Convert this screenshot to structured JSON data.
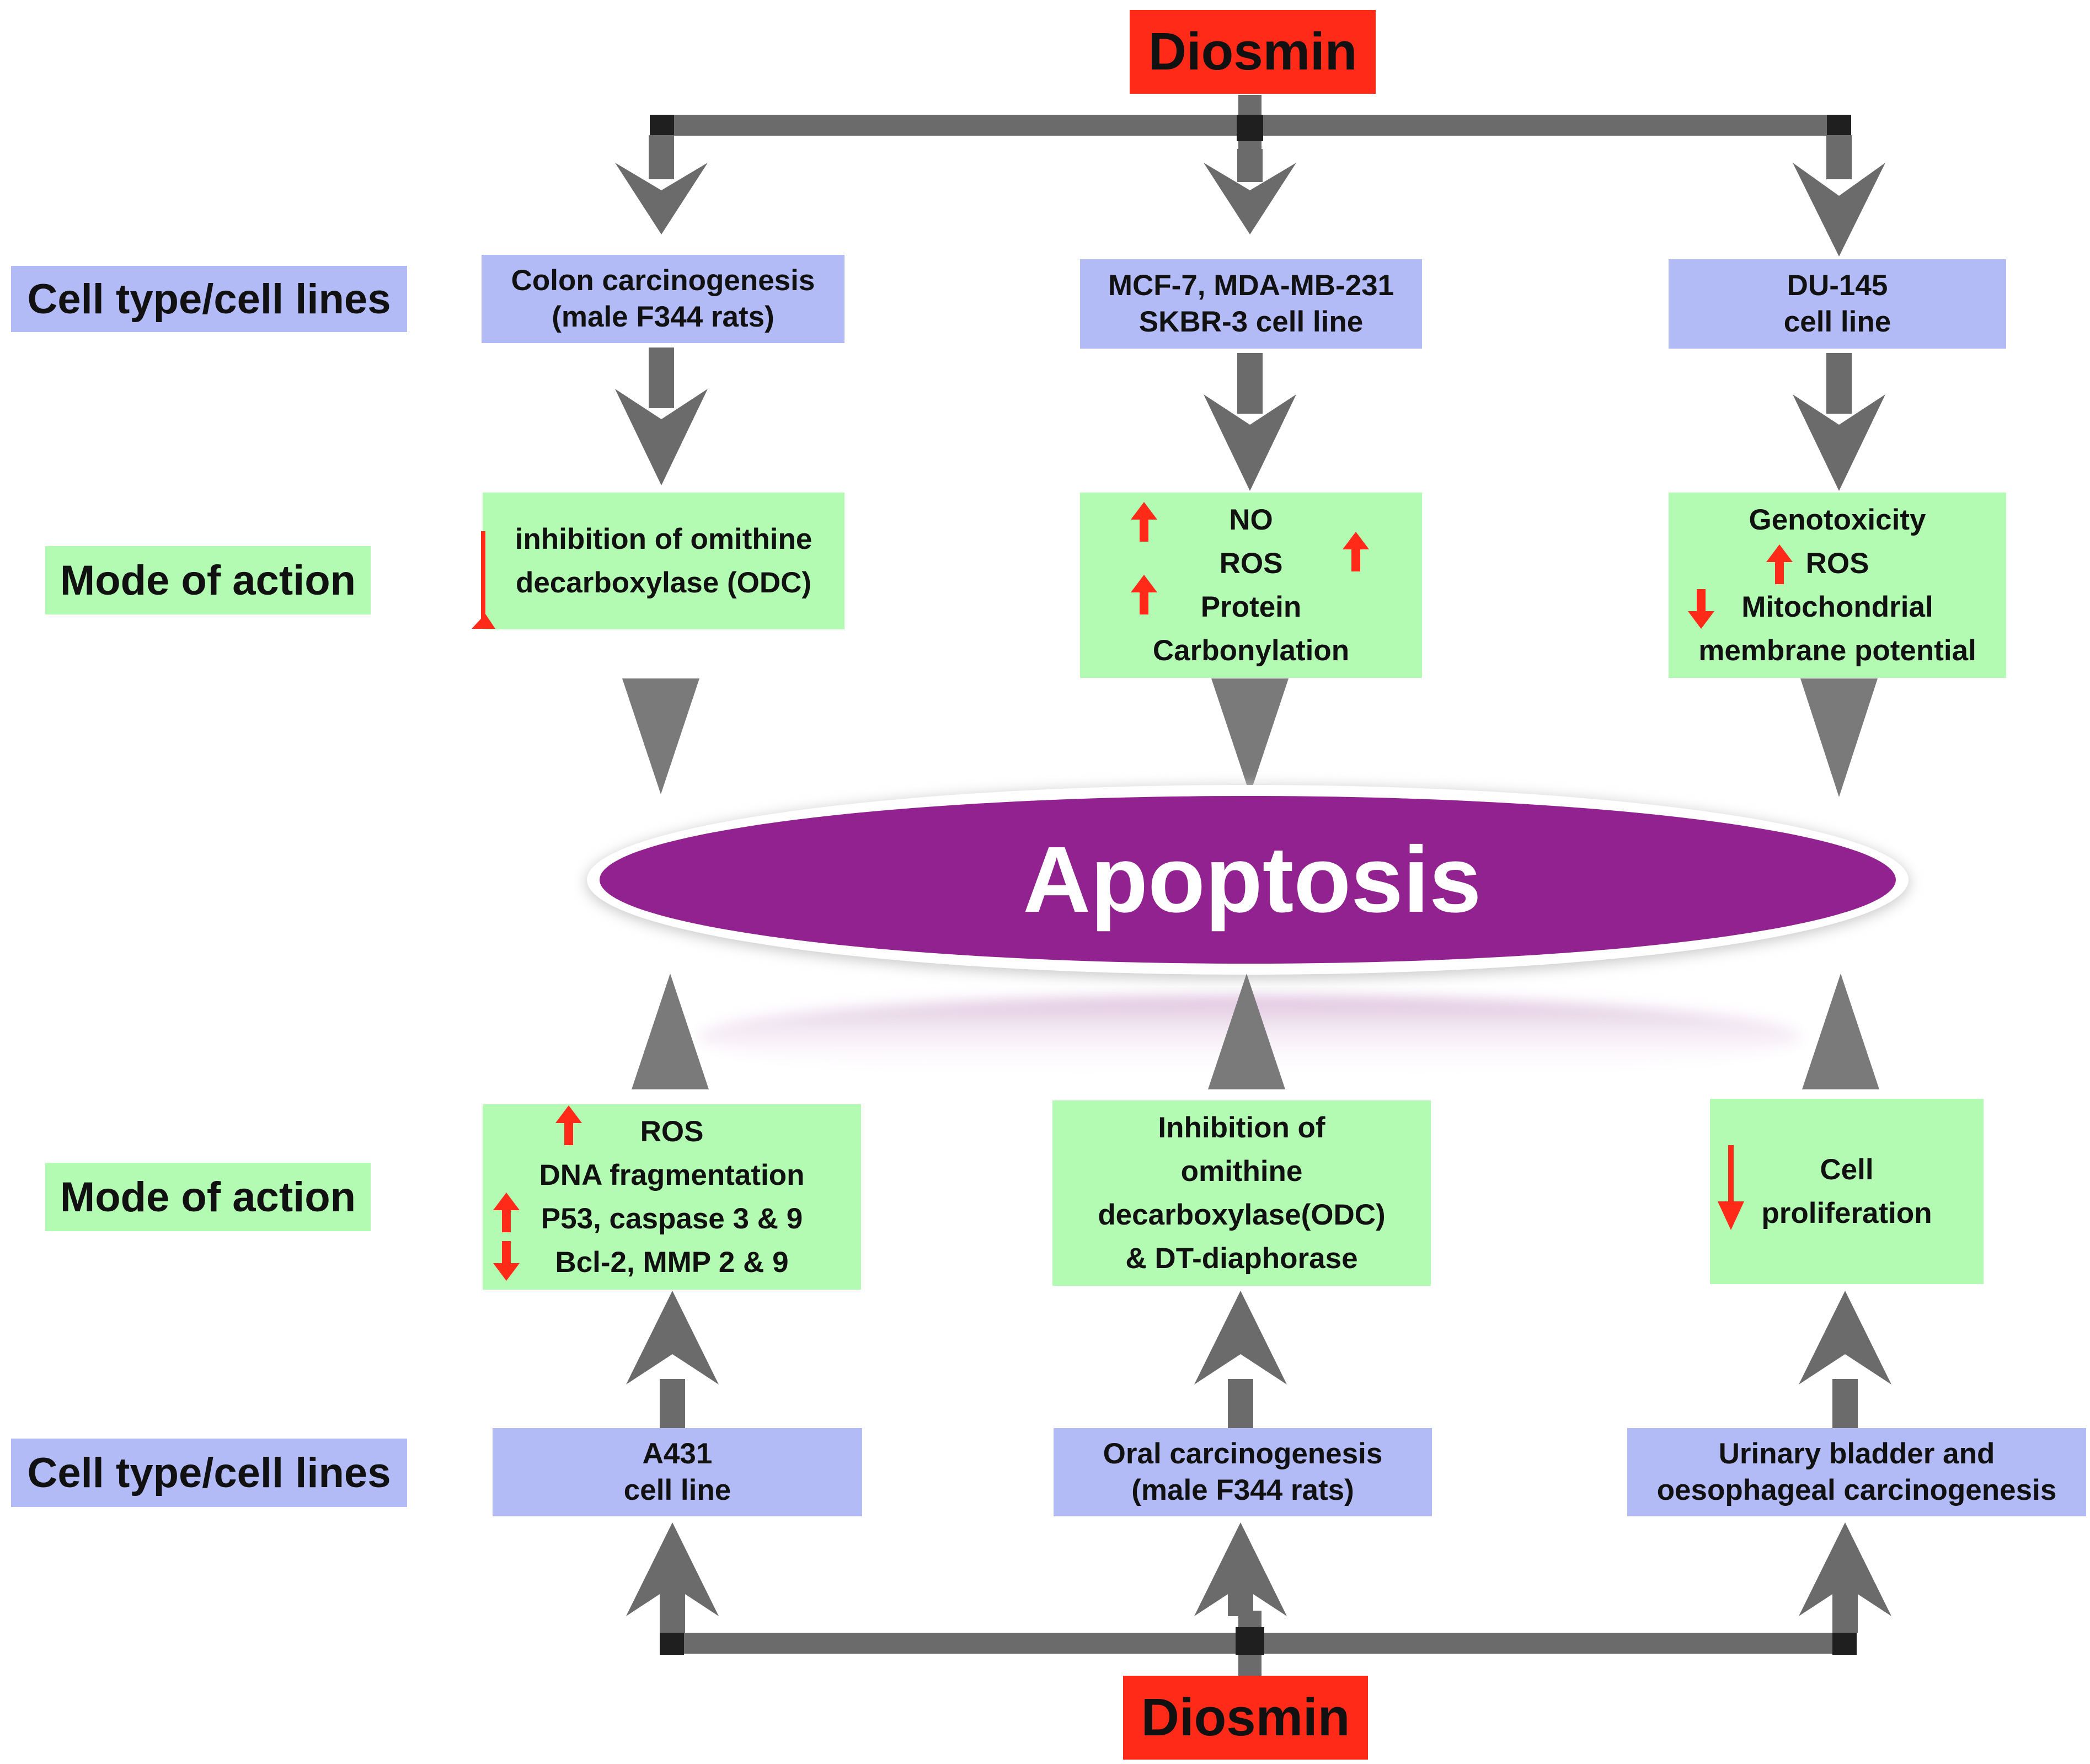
{
  "top_source": "Diosmin",
  "bottom_source": "Diosmin",
  "center_label": "Apoptosis",
  "row_labels": {
    "top_cell": "Cell type/cell lines",
    "top_mode": "Mode of action",
    "bottom_mode": "Mode of action",
    "bottom_cell": "Cell type/cell lines"
  },
  "top_cell": [
    [
      "Colon carcinogenesis",
      "(male F344 rats)"
    ],
    [
      "MCF-7, MDA-MB-231",
      "SKBR-3 cell line"
    ],
    [
      "DU-145",
      "cell line"
    ]
  ],
  "top_mode": {
    "left": [
      "inhibition of omithine",
      "decarboxylase (ODC)"
    ],
    "middle": [
      "NO",
      "ROS",
      "Protein",
      "Carbonylation"
    ],
    "right": [
      "Genotoxicity",
      "ROS",
      "Mitochondrial",
      "membrane potential"
    ]
  },
  "bottom_mode": {
    "left": [
      "ROS",
      "DNA fragmentation",
      "P53, caspase 3 & 9",
      "Bcl-2, MMP 2 & 9"
    ],
    "middle": [
      "Inhibition of",
      "omithine",
      "decarboxylase(ODC)",
      "& DT-diaphorase"
    ],
    "right": [
      "Cell",
      "proliferation"
    ]
  },
  "bottom_cell": [
    [
      "A431",
      "cell line"
    ],
    [
      "Oral carcinogenesis",
      "(male F344 rats)"
    ],
    [
      "Urinary bladder and",
      "oesophageal carcinogenesis"
    ]
  ],
  "colors": {
    "cell_box": "#b3bbf6",
    "mode_box": "#b3fbb3",
    "source_box": "#ff2a18",
    "ellipse": "#922290",
    "arrow": "#6b6b6b",
    "regulation_arrow": "#ff2a18"
  }
}
